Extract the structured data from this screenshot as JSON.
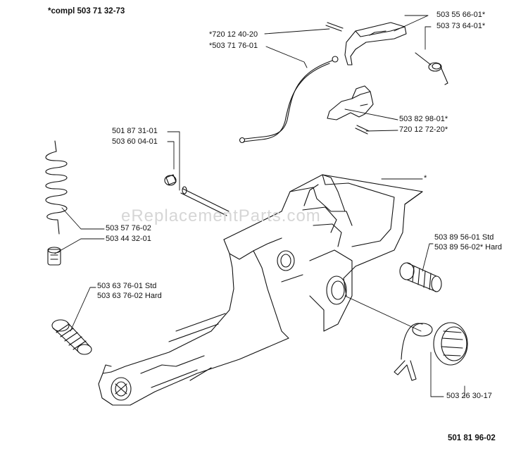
{
  "header": {
    "assembly_note": "*compl 503 71 32-73"
  },
  "footer": {
    "assembly_number": "501 81 96-02"
  },
  "watermark": "eReplacementParts.com",
  "callouts": {
    "p720124020": "*720 12 40-20",
    "p503717601": "*503 71 76-01",
    "p503556601": "503 55 66-01*",
    "p503736401": "503 73 64-01*",
    "p503829801": "503 82 98-01*",
    "p720127220": "720 12 72-20*",
    "p501873101": "501 87 31-01",
    "p503600401": "503 60 04-01",
    "star": "*",
    "p503577602": "503 57 76-02",
    "p503443201": "503 44 32-01",
    "p503637601": "503 63 76-01 Std",
    "p503637602": "503 63 76-02 Hard",
    "p503895601": "503 89 56-01 Std",
    "p503895602": "503 89 56-02* Hard",
    "p503263017": "503 26 30-17"
  },
  "colors": {
    "line": "#111111",
    "watermark": "#d6d6d6",
    "background": "#ffffff"
  }
}
